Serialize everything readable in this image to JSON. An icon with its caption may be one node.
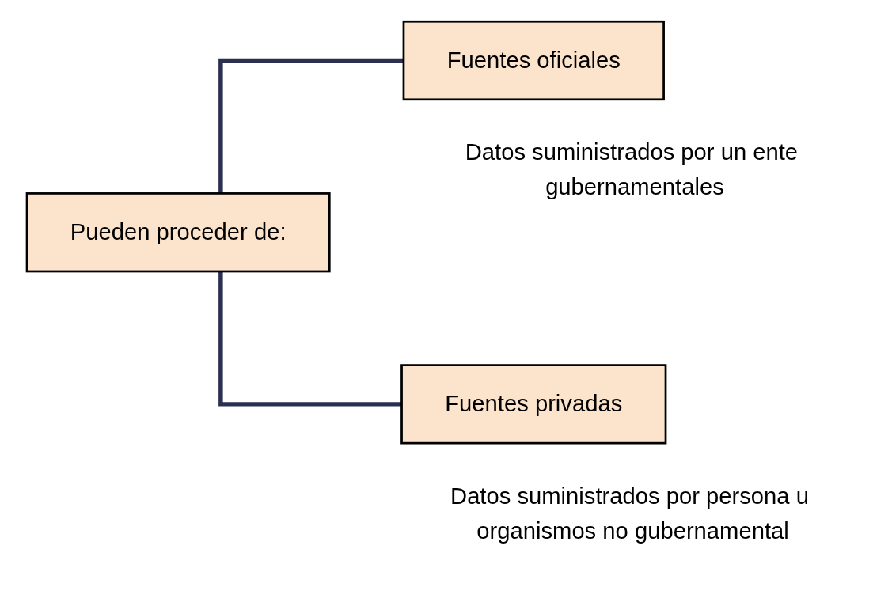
{
  "diagram": {
    "nodes": [
      {
        "text": [
          "Pueden proceder de:"
        ]
      },
      {
        "text": [
          "Fuentes oficiales"
        ],
        "beside": [
          "Datos suministrados por un ente gubernamentales"
        ]
      },
      {
        "text": [
          "Fuentes privadas"
        ],
        "beside": [
          "Datos suministrados por persona u organismos no gubernamental"
        ]
      }
    ],
    "edges": [
      {
        "from": 0,
        "to": 1,
        "arrow": "none"
      },
      {
        "from": 0,
        "to": 2,
        "arrow": "none"
      }
    ]
  }
}
